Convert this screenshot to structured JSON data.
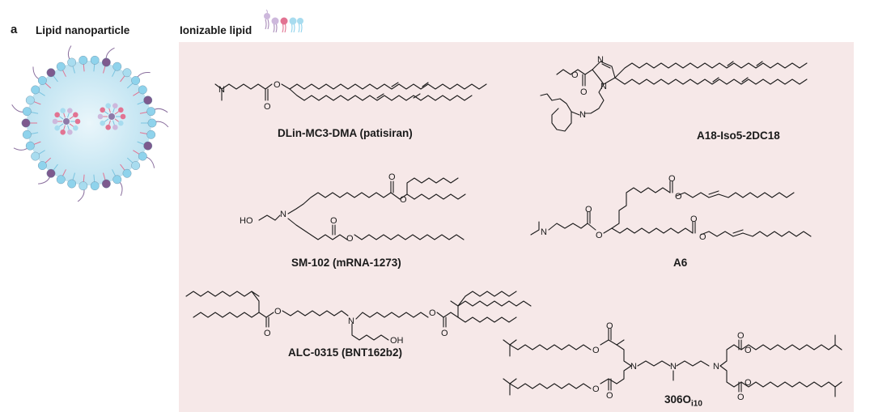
{
  "panel": {
    "letter": "a",
    "left_heading": "Lipid nanoparticle",
    "right_heading": "Ionizable lipid"
  },
  "molecules": [
    {
      "name": "DLin-MC3-DMA (patisiran)"
    },
    {
      "name": "A18-Iso5-2DC18"
    },
    {
      "name": "SM-102 (mRNA-1273)"
    },
    {
      "name": "A6"
    },
    {
      "name": "ALC-0315 (BNT162b2)"
    },
    {
      "name_main": "306O",
      "name_sub": "i10"
    }
  ],
  "atoms": {
    "nitrogen": "N",
    "oxygen": "O",
    "hydroxyl_left": "HO",
    "hydroxyl_right": "OH"
  },
  "colors": {
    "panel_background": "#f6e8e8",
    "lipid_pink": "#e27392",
    "lipid_purple": "#7d5a8e",
    "lipid_blue": "#8fd3ec",
    "core": "#d7eef8"
  }
}
